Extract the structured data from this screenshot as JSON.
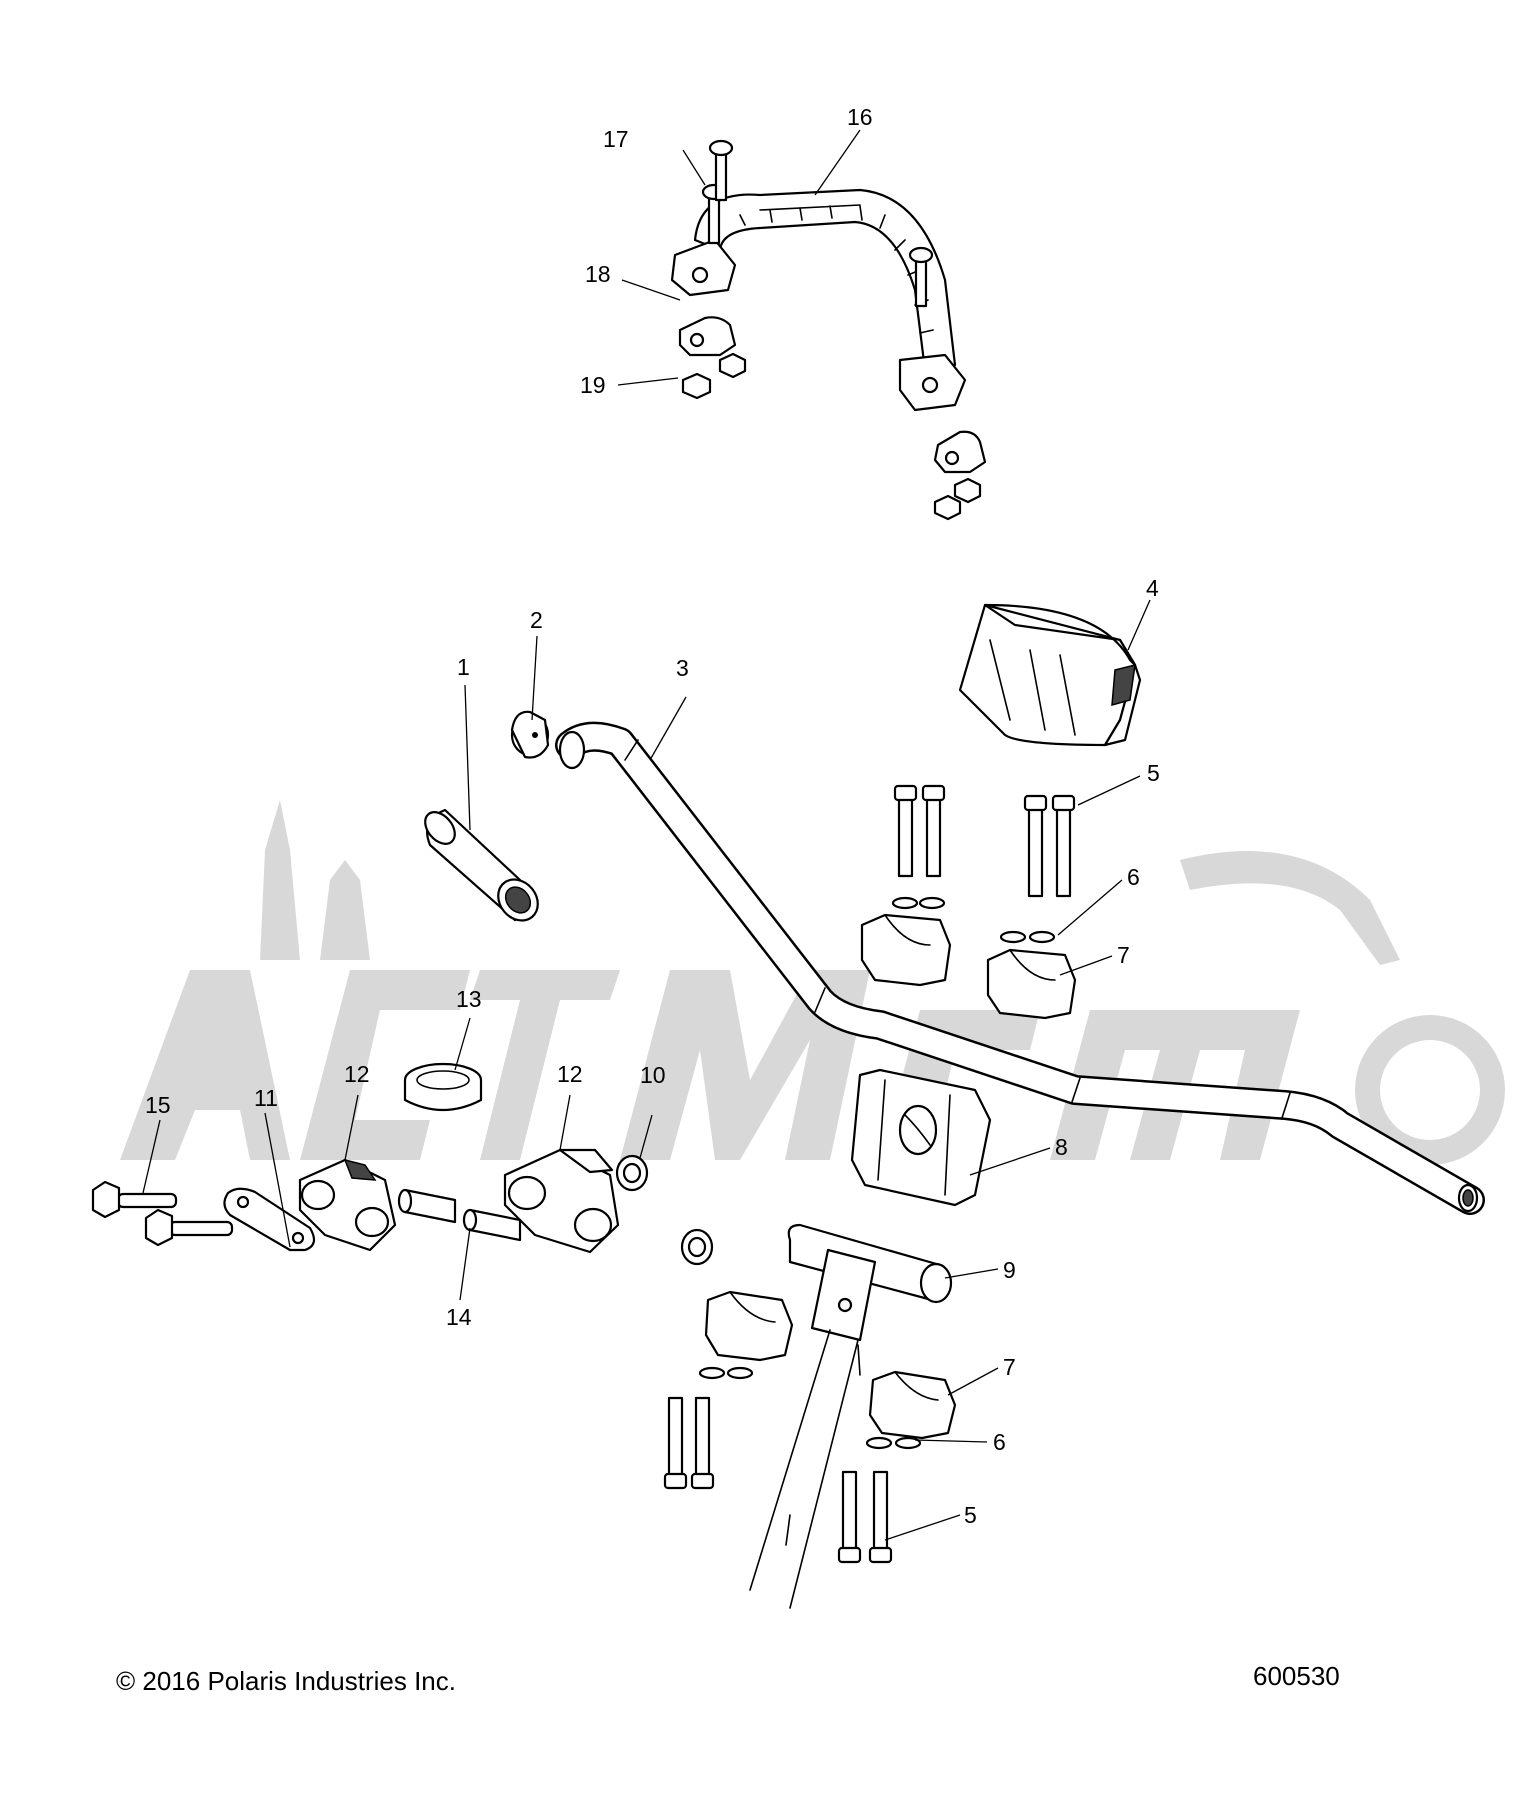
{
  "footer": {
    "copyright": "© 2016 Polaris Industries Inc.",
    "figure_number": "600530"
  },
  "callouts": {
    "c1": "1",
    "c2": "2",
    "c3": "3",
    "c4": "4",
    "c5a": "5",
    "c5b": "5",
    "c6a": "6",
    "c6b": "6",
    "c7a": "7",
    "c7b": "7",
    "c8": "8",
    "c9": "9",
    "c10": "10",
    "c11": "11",
    "c12a": "12",
    "c12b": "12",
    "c13": "13",
    "c14": "14",
    "c15": "15",
    "c16": "16",
    "c17": "17",
    "c18": "18",
    "c19": "19"
  }
}
